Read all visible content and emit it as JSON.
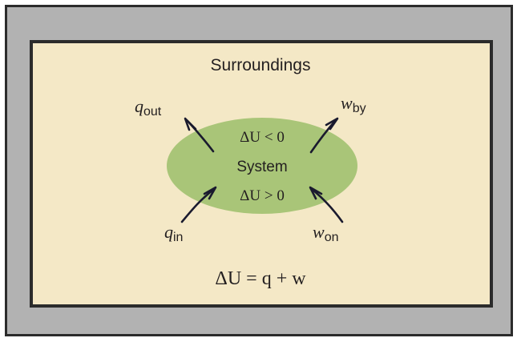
{
  "figure": {
    "title": "Surroundings",
    "equation": "ΔU = q + w",
    "colors": {
      "frame_gray": "#b2b2b2",
      "frame_dark": "#2b2b2b",
      "panel_cream": "#f4e8c6",
      "system_green": "#a9c578",
      "text_dark": "#231f20",
      "arrow_dark": "#1a1a2e"
    }
  },
  "system": {
    "label": "System",
    "delta_negative": "ΔU < 0",
    "delta_positive": "ΔU > 0"
  },
  "flows": {
    "heat_out": {
      "symbol": "q",
      "subscript": "out",
      "direction": "out"
    },
    "work_by": {
      "symbol": "w",
      "subscript": "by",
      "direction": "out"
    },
    "heat_in": {
      "symbol": "q",
      "subscript": "in",
      "direction": "in"
    },
    "work_on": {
      "symbol": "w",
      "subscript": "on",
      "direction": "in"
    }
  }
}
